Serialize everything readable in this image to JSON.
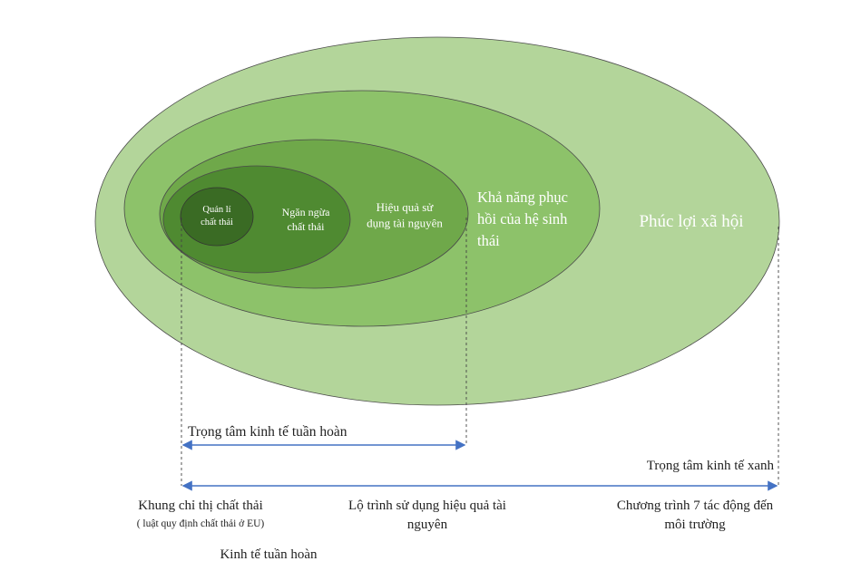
{
  "colors": {
    "ring5": "#b3d59a",
    "ring4": "#8dc26a",
    "ring3": "#6fa84a",
    "ring2": "#4f8a31",
    "ring1": "#3a6b24",
    "stroke": "#4a4a4a",
    "arrow": "#4472c4",
    "guide": "#444444"
  },
  "circles": {
    "waste_management": "Quản lí\nchất thải",
    "waste_prevention": "Ngăn ngừa\nchất thải",
    "resource_efficiency": "Hiệu quả sử\ndụng tài nguyên",
    "ecosystem_resilience": "Khả năng phục\nhồi của hệ sinh\nthái",
    "social_welfare": "Phúc lợi xã hội"
  },
  "arrows": {
    "circular_focus": "Trọng tâm kinh tế tuần hoàn",
    "green_focus": "Trọng tâm kinh tế xanh"
  },
  "bottom": {
    "waste_framework": "Khung chỉ thị chất thải",
    "waste_framework_note": "( luật quy định chất thải ở EU)",
    "resource_roadmap": "Lộ trình sử dụng hiệu quả tài\nnguyên",
    "env_program": "Chương trình 7 tác động đến\nmôi trường",
    "circular_economy": "Kinh tế tuần hoàn"
  }
}
